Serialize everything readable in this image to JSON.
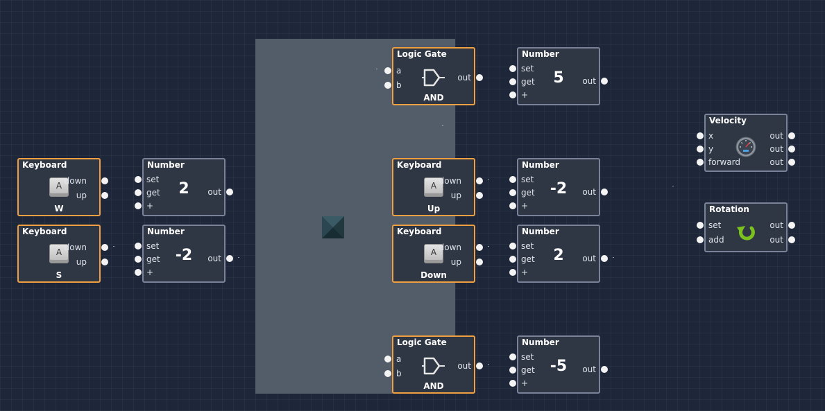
{
  "colors": {
    "canvas_background": "#1e2739",
    "panel": "#535d69",
    "node_background": "#2f3644",
    "node_border": "#7a8299",
    "selected_border": "#f0a040",
    "port": "#f4f4f4",
    "rotation_icon": "#7cc21f"
  },
  "labels": {
    "keyboard": "Keyboard",
    "number": "Number",
    "logic_gate": "Logic Gate",
    "velocity": "Velocity",
    "rotation": "Rotation",
    "down": "down",
    "up": "up",
    "set": "set",
    "get": "get",
    "plus": "+",
    "out": "out",
    "a": "a",
    "b": "b",
    "x": "x",
    "y": "y",
    "forward": "forward",
    "add": "add",
    "key_glyph": "A"
  },
  "nodes": {
    "keyboard_w": {
      "key": "W"
    },
    "keyboard_s": {
      "key": "S"
    },
    "keyboard_up": {
      "key": "Up"
    },
    "keyboard_down": {
      "key": "Down"
    },
    "number_1": {
      "value": "2"
    },
    "number_2": {
      "value": "-2"
    },
    "number_3": {
      "value": "5"
    },
    "number_4": {
      "value": "-2"
    },
    "number_5": {
      "value": "2"
    },
    "number_6": {
      "value": "-5"
    },
    "gate_top": {
      "op": "AND"
    },
    "gate_bottom": {
      "op": "AND"
    }
  },
  "icons": [
    "keyboard-key-icon",
    "and-gate-icon",
    "speedometer-icon",
    "rotate-icon",
    "panel-box-icon"
  ]
}
